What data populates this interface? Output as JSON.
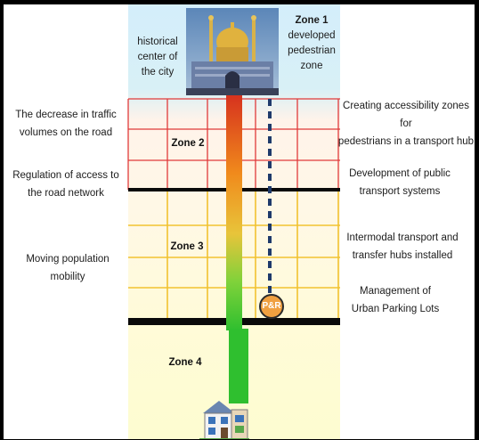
{
  "center_label": [
    "historical",
    "center of",
    "the city"
  ],
  "zone1": {
    "title": "Zone 1",
    "lines": [
      "developed",
      "pedestrian",
      "zone"
    ]
  },
  "zones": {
    "zone2": "Zone 2",
    "zone3": "Zone 3",
    "zone4": "Zone 4"
  },
  "left_labels": {
    "traffic": [
      "The decrease in traffic",
      "volumes on the road"
    ],
    "regulation": [
      "Regulation of access to",
      "the road network"
    ],
    "mobility": [
      "Moving population",
      "mobility"
    ]
  },
  "right_labels": {
    "accessibility": [
      "Creating accessibility zones for",
      "pedestrians in a transport hub"
    ],
    "public": [
      "Development of public",
      "transport systems"
    ],
    "intermodal": [
      "Intermodal transport and",
      "transfer hubs installed"
    ],
    "parking": [
      "Management of",
      "Urban Parking Lots"
    ]
  },
  "park_ride": "P&R",
  "icons": {
    "top": "mosque-image",
    "bottom": "house-image"
  },
  "colors": {
    "zone2_grid": "#e03a3a",
    "zone3_grid": "#f2c230",
    "boundary": "#0a0a0a",
    "arrow_top": "#d42a1e",
    "arrow_mid": "#f5a623",
    "arrow_bottom": "#2fbf2f",
    "dashed": "#1f3a6b"
  }
}
